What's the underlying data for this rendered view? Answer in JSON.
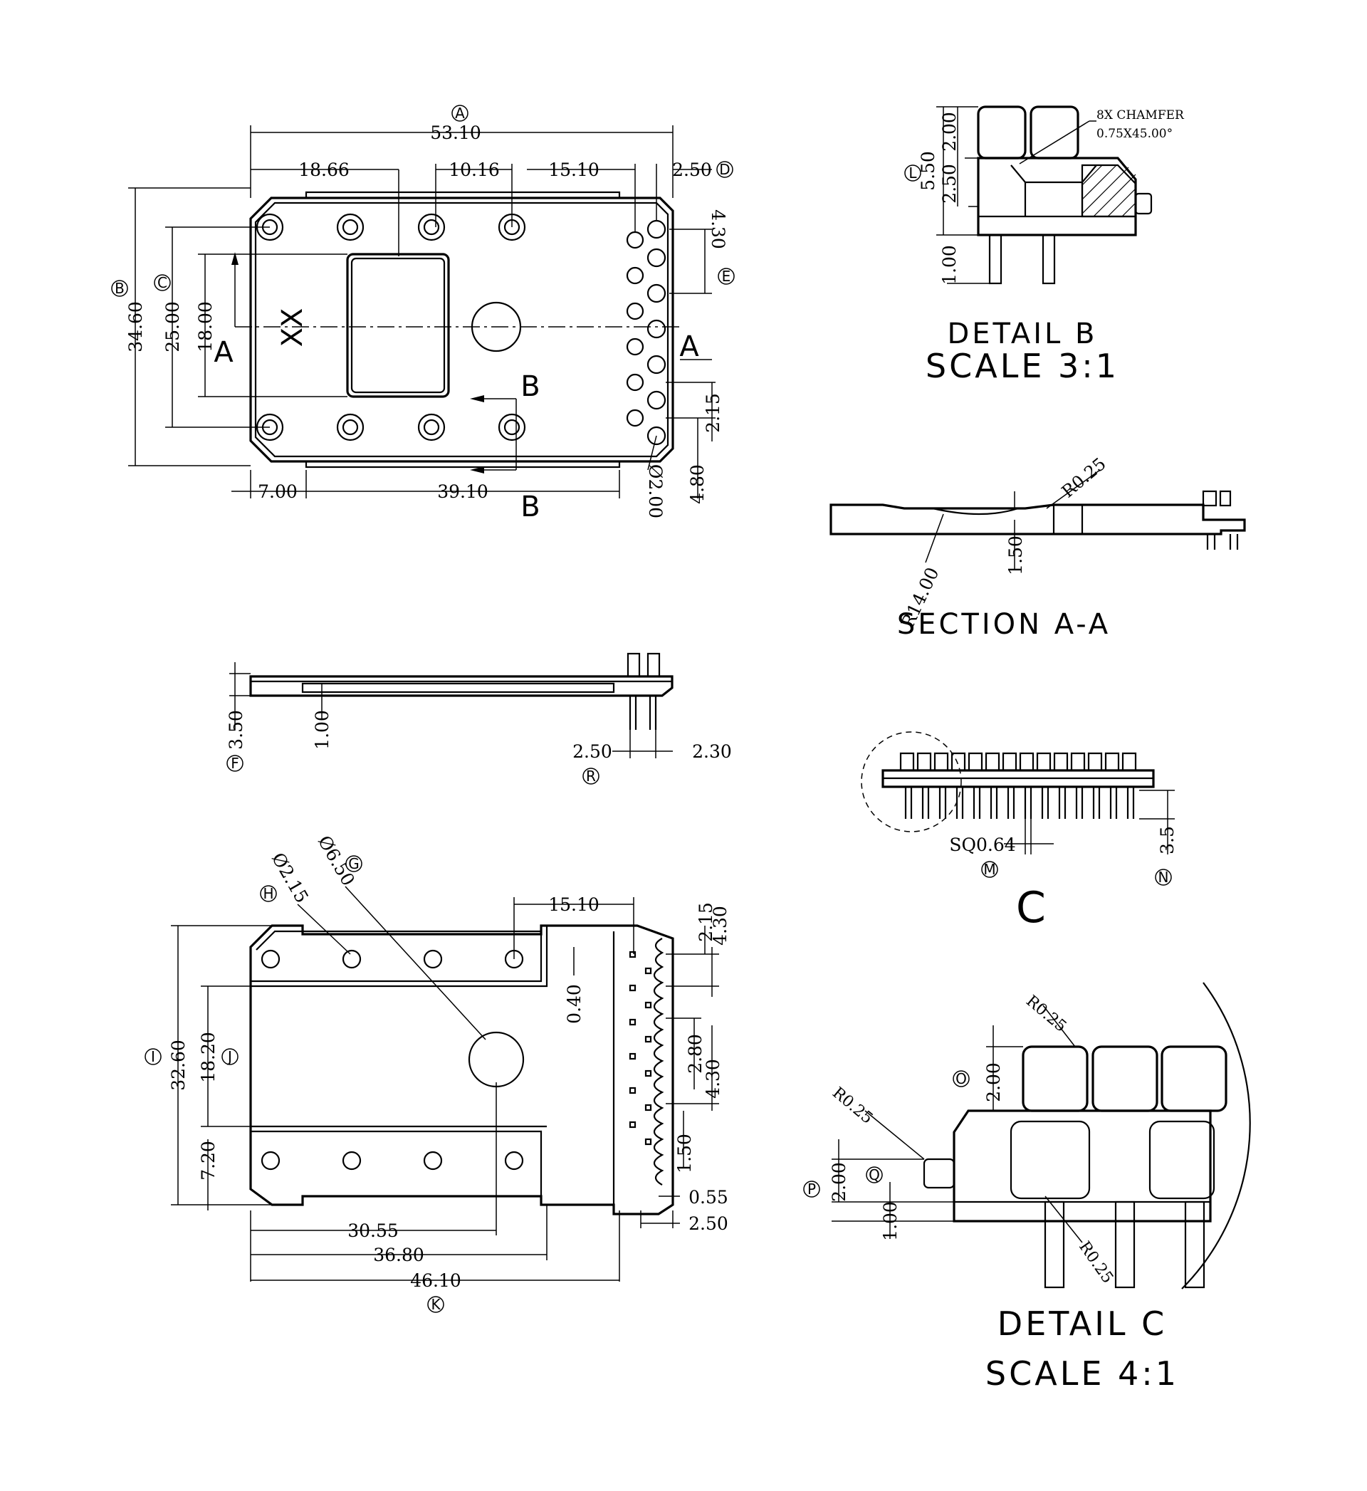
{
  "top_view": {
    "dims": {
      "overall_length": "53.10",
      "d_18_66": "18.66",
      "d_10_16": "10.16",
      "d_15_10": "15.10",
      "d_2_50": "2.50",
      "d_4_30": "4.30",
      "overall_height": "34.60",
      "d_25_00": "25.00",
      "d_18_00": "18.00",
      "d_2_15": "2.15",
      "d_4_80": "4.80",
      "d_7_00": "7.00",
      "d_39_10": "39.10",
      "pin_dia": "Ø2.00"
    },
    "callouts": {
      "A": "A",
      "B": "B",
      "C": "C",
      "D": "D",
      "E": "E"
    },
    "section_A": "A",
    "section_B": "B",
    "marking": "XX"
  },
  "detail_b": {
    "title": "DETAIL B",
    "scale": "SCALE 3:1",
    "note_line1": "8X CHAMFER",
    "note_line2": "0.75X45.00°",
    "d_2_00": "2.00",
    "d_5_50": "5.50",
    "d_2_50": "2.50",
    "d_1_00": "1.00",
    "callout_L": "L"
  },
  "section_aa": {
    "title": "SECTION A-A",
    "r_0_25": "R0.25",
    "r_14_00": "R14.00",
    "d_1_50": "1.50"
  },
  "side_view": {
    "d_3_50": "3.50",
    "d_1_00": "1.00",
    "d_2_50": "2.50",
    "d_2_30": "2.30",
    "callout_F": "F",
    "callout_R": "R"
  },
  "view_c": {
    "title": "C",
    "sq": "SQ0.64",
    "d_3_5": "3.5",
    "callout_M": "M",
    "callout_N": "N"
  },
  "bottom_view": {
    "phi_2_15": "Ø2.15",
    "phi_6_50": "Ø6.50",
    "d_15_10": "15.10",
    "d_2_15": "2.15",
    "d_4_30a": "4.30",
    "d_0_40": "0.40",
    "d_2_80": "2.80",
    "d_4_30b": "4.30",
    "d_1_50": "1.50",
    "d_0_55": "0.55",
    "d_2_50": "2.50",
    "d_32_60": "32.60",
    "d_18_20": "18.20",
    "d_7_20": "7.20",
    "d_30_55": "30.55",
    "d_36_80": "36.80",
    "d_46_10": "46.10",
    "callout_G": "G",
    "callout_H": "H",
    "callout_I": "I",
    "callout_J": "J",
    "callout_K": "K"
  },
  "detail_c": {
    "title": "DETAIL C",
    "scale": "SCALE 4:1",
    "r_top": "R0.25",
    "r_left": "R0.25",
    "r_bottom": "R0.25",
    "d_2_00a": "2.00",
    "d_2_00b": "2.00",
    "d_1_00": "1.00",
    "callout_O": "O",
    "callout_P": "P",
    "callout_Q": "Q"
  }
}
